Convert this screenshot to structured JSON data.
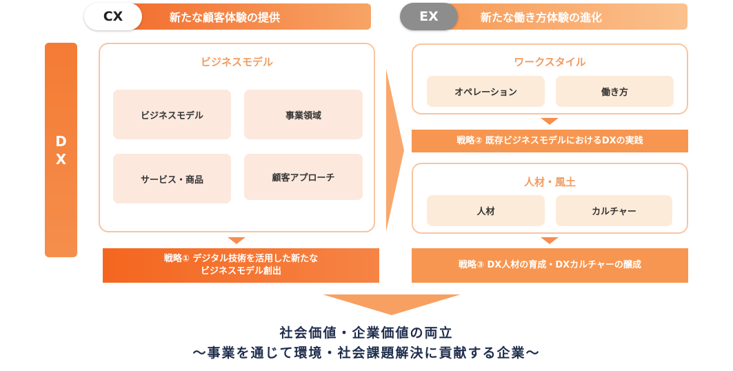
{
  "cx": {
    "badge": "CX",
    "title": "新たな顧客体験の提供"
  },
  "ex": {
    "badge": "EX",
    "title": "新たな働き方体験の進化"
  },
  "dx": {
    "line1": "D",
    "line2": "X"
  },
  "business_model": {
    "title": "ビジネスモデル",
    "cells": [
      "ビジネスモデル",
      "事業領域",
      "サービス・商品",
      "顧客アプローチ"
    ]
  },
  "workstyle": {
    "title": "ワークスタイル",
    "cells": [
      "オペレーション",
      "働き方"
    ]
  },
  "talent": {
    "title": "人材・風土",
    "cells": [
      "人材",
      "カルチャー"
    ]
  },
  "strategies": {
    "s1_line1": "戦略① デジタル技術を活用した新たな",
    "s1_line2": "ビジネスモデル創出",
    "s2": "戦略② 既存ビジネスモデルにおけるDXの実践",
    "s3": "戦略③ DX人材の育成・DXカルチャーの醸成"
  },
  "conclusion": {
    "line1": "社会価値・企業価値の両立",
    "line2": "〜事業を通じて環境・社会課題解決に貢献する企業〜"
  },
  "colors": {
    "accent": "#f26a2a",
    "accent_light": "#f79650",
    "panel_border": "#f8c4a0",
    "cell_bg": "#fde8de",
    "text_dark": "#1f2d4d"
  }
}
